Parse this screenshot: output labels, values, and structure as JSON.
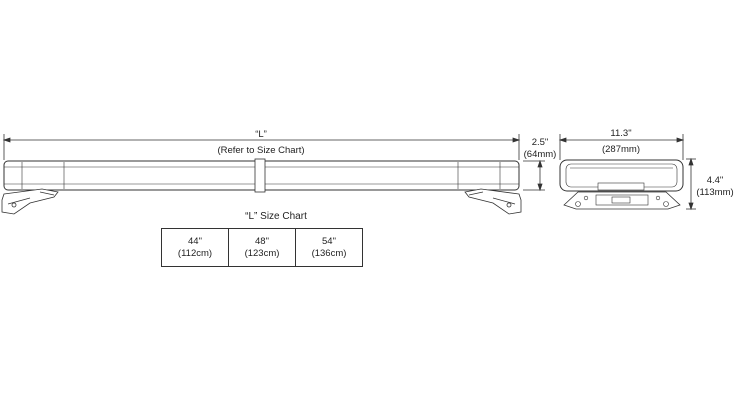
{
  "side_view": {
    "length_label": "“L”",
    "length_note": "(Refer to Size Chart)"
  },
  "height": {
    "label": "2.5\"",
    "metric": "(64mm)"
  },
  "end_view": {
    "width_label": "11.3\"",
    "width_metric": "(287mm)",
    "height_label": "4.4\"",
    "height_metric": "(113mm)"
  },
  "size_chart": {
    "title": "“L” Size Chart",
    "sizes": [
      {
        "inches": "44\"",
        "metric": "(112cm)"
      },
      {
        "inches": "48\"",
        "metric": "(123cm)"
      },
      {
        "inches": "54\"",
        "metric": "(136cm)"
      }
    ]
  },
  "colors": {
    "line": "#333333",
    "fill": "#ffffff"
  }
}
